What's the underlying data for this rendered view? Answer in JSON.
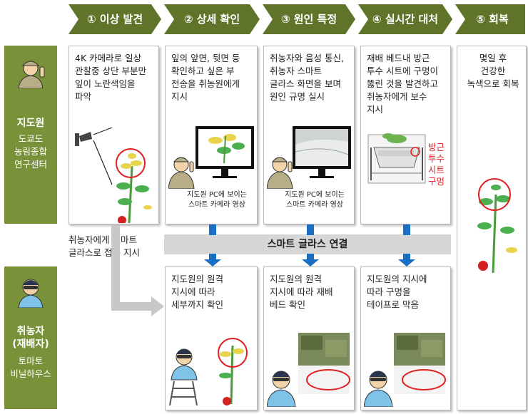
{
  "steps": [
    {
      "label": "① 이상 발견"
    },
    {
      "label": "② 상세 확인"
    },
    {
      "label": "③  원인 특정"
    },
    {
      "label": "④ 실시간 대처"
    },
    {
      "label": "⑤ 회복"
    }
  ],
  "rows": {
    "instructor": {
      "title": "지도원",
      "subtitle": "도쿄도\n농림종합\n연구센터"
    },
    "farmer": {
      "title": "취농자\n(재배자)",
      "subtitle": "토마토\n비닐하우스"
    }
  },
  "boxes": {
    "b1": "4K 카메라로 일상\n관찰중 상단 부분만\n잎이 노란색임을\n파악",
    "b2": "잎의 앞면, 뒷면 등\n확인하고 싶은 부\n전송을 취농원에게\n지시",
    "b3": "취농자와 음성 통신,\n취농자 스마트\n글라스 화면을 보며\n원인 규명 실시",
    "b4": "재배 베드내 방근\n투수 시트에 구멍이\n뚫린 것을 발견하고\n취농자에게 보수\n지시",
    "b5": "몇일 후\n건강한\n녹색으로 회복",
    "cap2": "지도원 PC에 보이는\n스마트 카메라 영상",
    "cap3": "지도원 PC에 보이는\n스마트 카메라 영상",
    "red_note": "방근\n투수\n시트\n구멍",
    "f2": "지도원의 원격\n지시에 따라\n세부까지 확인",
    "f3": "지도원의 원격\n지시에 따라 재배\n베드 확인",
    "f4": "지도원의 지시에\n따라 구멍을\n테이프로 막음"
  },
  "connect_note": "취농자에게 스마트\n글라스로 접속 지시",
  "glass_bar": "스마트 글라스 연결",
  "colors": {
    "chevron": "#5f7428",
    "row_label": "#79923a",
    "arrow_blue": "#1a6fc4",
    "bar_gray": "#d6d6d6",
    "red": "#e02020"
  }
}
